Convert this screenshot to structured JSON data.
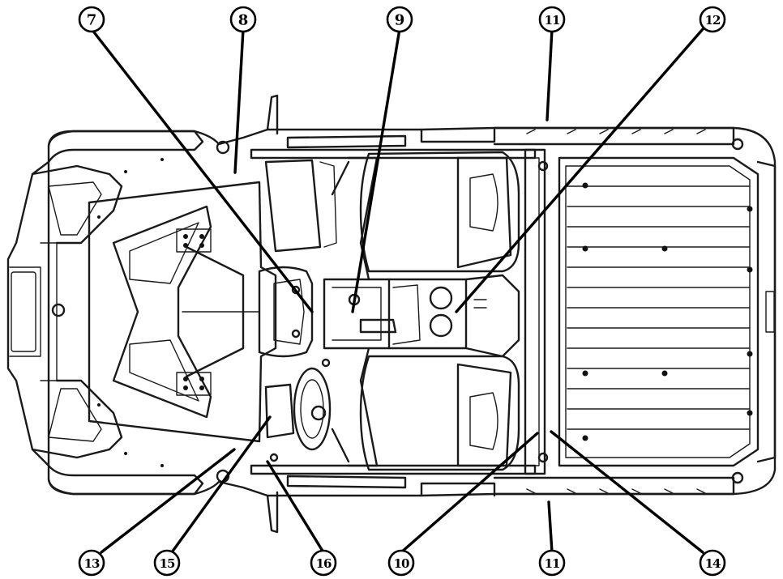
{
  "callouts": [
    {
      "id": "c7",
      "label": "7"
    },
    {
      "id": "c8",
      "label": "8"
    },
    {
      "id": "c9",
      "label": "9"
    },
    {
      "id": "c11a",
      "label": "11"
    },
    {
      "id": "c12",
      "label": "12"
    },
    {
      "id": "c13",
      "label": "13"
    },
    {
      "id": "c15",
      "label": "15"
    },
    {
      "id": "c16",
      "label": "16"
    },
    {
      "id": "c10",
      "label": "10"
    },
    {
      "id": "c11b",
      "label": "11"
    },
    {
      "id": "c14",
      "label": "14"
    }
  ],
  "colors": {
    "line": "#1a1a1a",
    "background": "#ffffff"
  }
}
